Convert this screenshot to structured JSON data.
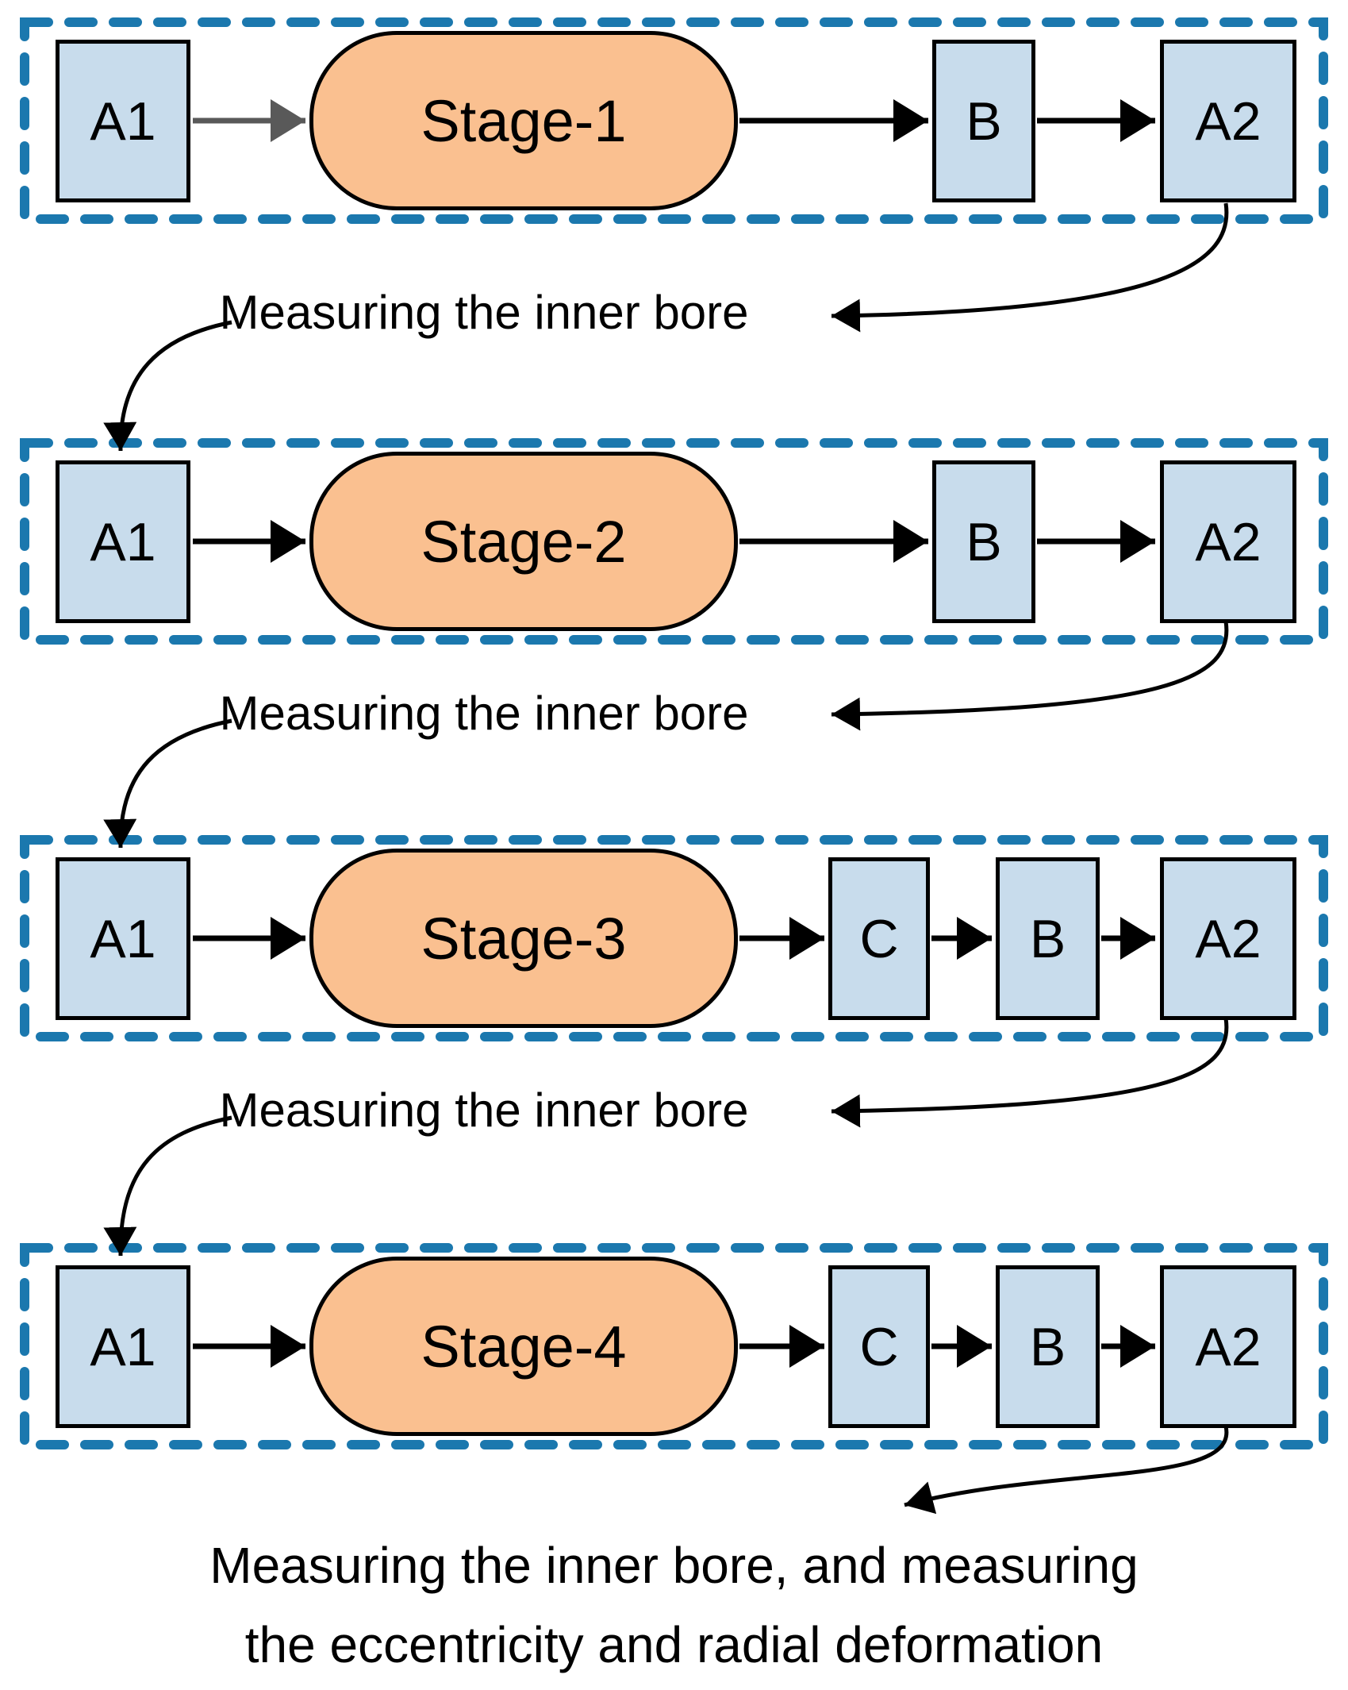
{
  "rows": [
    {
      "a1": "A1",
      "stage": "Stage-1",
      "b": "B",
      "a2": "A2"
    },
    {
      "a1": "A1",
      "stage": "Stage-2",
      "b": "B",
      "a2": "A2"
    },
    {
      "a1": "A1",
      "stage": "Stage-3",
      "c": "C",
      "b": "B",
      "a2": "A2"
    },
    {
      "a1": "A1",
      "stage": "Stage-4",
      "c": "C",
      "b": "B",
      "a2": "A2"
    }
  ],
  "labels": {
    "measure1": "Measuring the inner bore",
    "measure2": "Measuring the inner bore",
    "measure3": "Measuring the inner bore",
    "final_line1": "Measuring the inner bore, and measuring",
    "final_line2": "the eccentricity and radial deformation"
  },
  "colors": {
    "box_fill": "#c8dcec",
    "pill_fill": "#fac090",
    "node_border": "#000000",
    "dashed_border": "#1b78ae",
    "arrow_black": "#000000",
    "arrow_gray": "#595959",
    "text": "#000000"
  }
}
